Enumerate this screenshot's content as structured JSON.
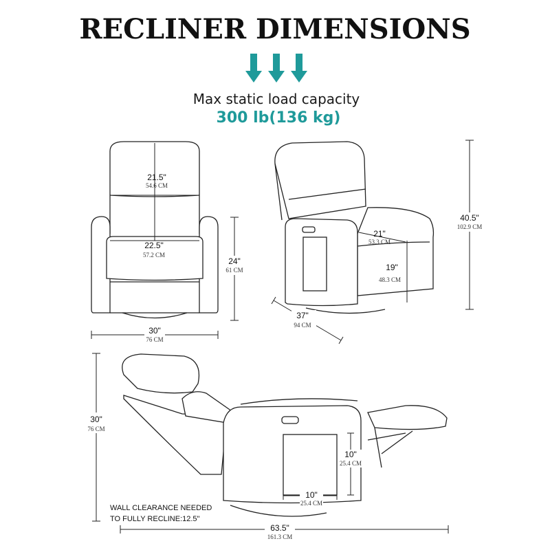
{
  "title": "RECLINER DIMENSIONS",
  "load": {
    "caption": "Max static load capacity",
    "value_lb": "300 lb",
    "value_kg": "136 kg",
    "arrow_color": "#1f9a9a"
  },
  "front_view": {
    "backrest_width": {
      "in": "21.5\"",
      "cm": "54.6 CM"
    },
    "seat_width": {
      "in": "22.5\"",
      "cm": "57.2 CM"
    },
    "arm_height": {
      "in": "24\"",
      "cm": "61 CM"
    },
    "overall_width": {
      "in": "30\"",
      "cm": "76 CM"
    }
  },
  "side_view": {
    "seat_depth_diag": {
      "in": "21\"",
      "cm": "53.3 CM"
    },
    "seat_height": {
      "in": "19\"",
      "cm": "48.3 CM"
    },
    "overall_depth": {
      "in": "37\"",
      "cm": "94 CM"
    },
    "overall_height": {
      "in": "40.5\"",
      "cm": "102.9 CM"
    }
  },
  "reclined_view": {
    "reclined_height": {
      "in": "30\"",
      "cm": "76 CM"
    },
    "pocket_height": {
      "in": "10\"",
      "cm": "25.4 CM"
    },
    "pocket_width": {
      "in": "10\"",
      "cm": "25.4 CM"
    },
    "reclined_length": {
      "in": "63.5\"",
      "cm": "161.3 CM"
    },
    "wall_clearance_line1": "WALL CLEARANCE NEEDED",
    "wall_clearance_line2": "TO FULLY RECLINE:12.5\""
  },
  "icons": [
    "down-arrow-icon",
    "power-button-icon"
  ]
}
